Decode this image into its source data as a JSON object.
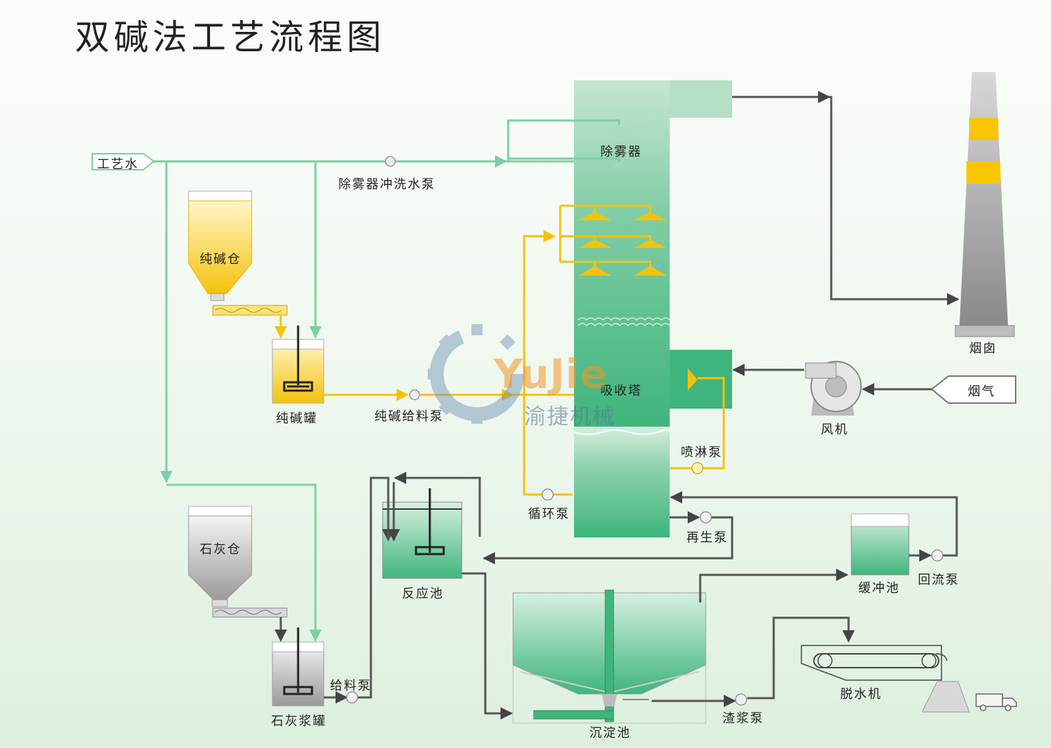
{
  "title": "双碱法工艺流程图",
  "watermark": {
    "brand_en": "YuJie",
    "brand_cn": "渝捷机械"
  },
  "labels": {
    "process_water": "工艺水",
    "demister_wash_pump": "除雾器冲洗水泵",
    "demister": "除雾器",
    "soda_silo": "纯碱仓",
    "soda_tank": "纯碱罐",
    "soda_feed_pump": "纯碱给料泵",
    "absorber": "吸收塔",
    "spray_pump": "喷淋泵",
    "circulation_pump": "循环泵",
    "fan": "风机",
    "flue_gas": "烟气",
    "chimney": "烟囱",
    "regen_pump": "再生泵",
    "buffer_tank": "缓冲池",
    "return_pump": "回流泵",
    "reaction_tank": "反应池",
    "lime_silo": "石灰仓",
    "lime_tank": "石灰浆罐",
    "feed_pump": "给料泵",
    "settling_tank": "沉淀池",
    "slurry_pump": "渣浆泵",
    "dewatering": "脱水机"
  },
  "colors": {
    "tower": "#3fb57d",
    "tower_light": "#b9e1cc",
    "water_line": "#7ccfa4",
    "soda_line": "#f4c20d",
    "gray_line": "#555555",
    "chimney_band": "#f7c600"
  }
}
